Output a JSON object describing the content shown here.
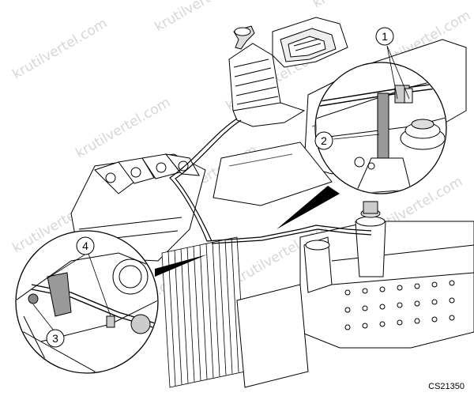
{
  "watermark": "krutilvertel.com",
  "figure_code": "CS21350",
  "callouts": [
    {
      "label": "1",
      "part": "cable clip pair at bracket"
    },
    {
      "label": "2",
      "part": "bracket support"
    },
    {
      "label": "3",
      "part": "lower cable mount"
    },
    {
      "label": "4",
      "part": "cable clips at bulkhead"
    }
  ],
  "colors": {
    "line": "#000000",
    "background": "#ffffff",
    "watermark": "#d6d6d6",
    "shade": "#9a9a9a"
  },
  "icons": [
    "gear-shifter",
    "engine-block",
    "radiator",
    "reservoir",
    "cable-clip"
  ]
}
